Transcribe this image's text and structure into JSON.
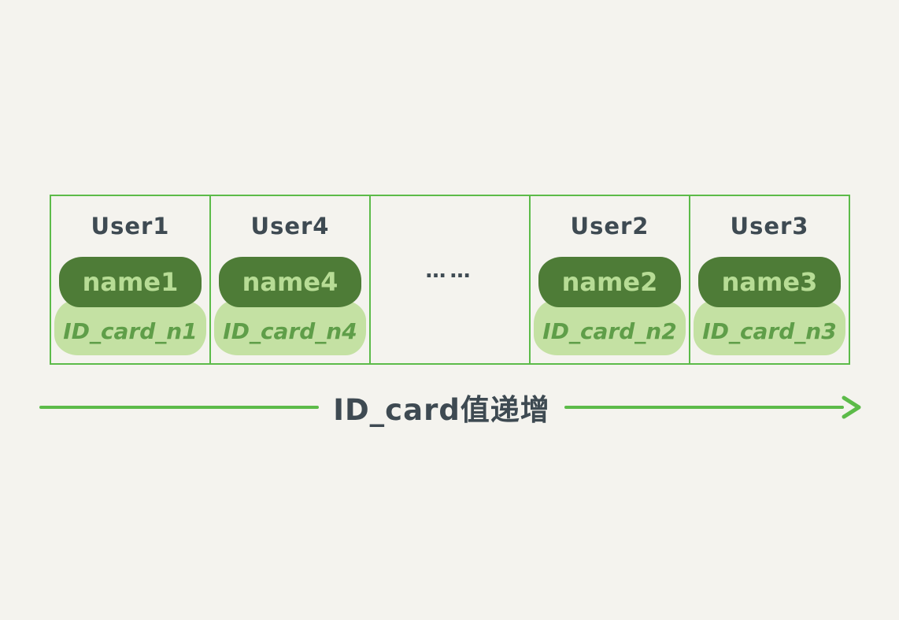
{
  "table": {
    "cells": [
      {
        "user": "User1",
        "name": "name1",
        "id_card": "ID_card_n1"
      },
      {
        "user": "User4",
        "name": "name4",
        "id_card": "ID_card_n4"
      },
      {
        "ellipsis": "……"
      },
      {
        "user": "User2",
        "name": "name2",
        "id_card": "ID_card_n2"
      },
      {
        "user": "User3",
        "name": "name3",
        "id_card": "ID_card_n3"
      }
    ]
  },
  "arrow": {
    "label": "ID_card值递增"
  },
  "colors": {
    "background": "#f4f3ee",
    "grid_green": "#5cbb49",
    "name_pill_bg": "#4e7c37",
    "name_pill_text": "#b7dc95",
    "id_pill_bg": "#c4e1a3",
    "id_pill_text": "#5f9e49",
    "ink": "#3e4a52"
  }
}
